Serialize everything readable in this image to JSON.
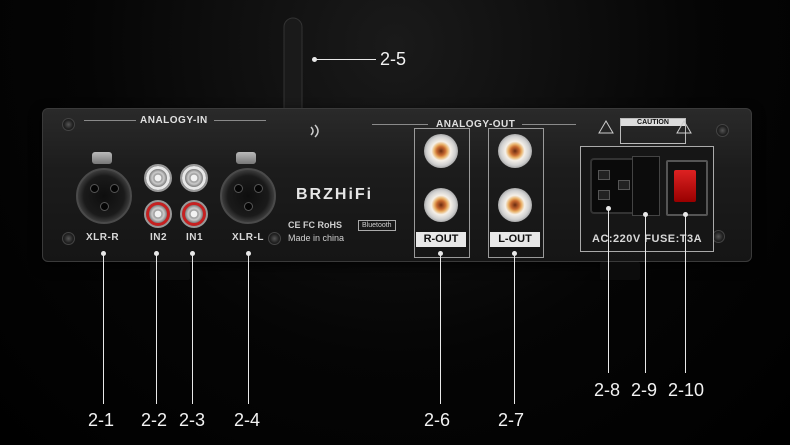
{
  "panel": {
    "brand": "BRZHiFi",
    "analog_in_title": "ANALOGY-IN",
    "analog_out_title": "ANALOGY-OUT",
    "xlr_r_label": "XLR-R",
    "xlr_l_label": "XLR-L",
    "in2_label": "IN2",
    "in1_label": "IN1",
    "r_out_label": "R-OUT",
    "l_out_label": "L-OUT",
    "cert_text": "CE FC RoHS",
    "made_in": "Made in china",
    "bluetooth_badge": "Bluetooth",
    "caution_title": "CAUTION",
    "power_spec": "AC:220V  FUSE:T3A"
  },
  "callouts": {
    "c2_1": "2-1",
    "c2_2": "2-2",
    "c2_3": "2-3",
    "c2_4": "2-4",
    "c2_5": "2-5",
    "c2_6": "2-6",
    "c2_7": "2-7",
    "c2_8": "2-8",
    "c2_9": "2-9",
    "c2_10": "2-10"
  },
  "colors": {
    "background": "#000000",
    "chassis": "#1e1e1e",
    "text": "#e6e6e6",
    "rca_red": "#c62020",
    "switch_red": "#cc2222"
  },
  "icons": [
    "antenna-icon",
    "wifi-signal-icon",
    "xlr-connector-icon",
    "rca-jack-icon",
    "binding-post-icon",
    "iec-socket-icon",
    "fuse-icon",
    "rocker-switch-icon",
    "warning-triangle-icon"
  ]
}
